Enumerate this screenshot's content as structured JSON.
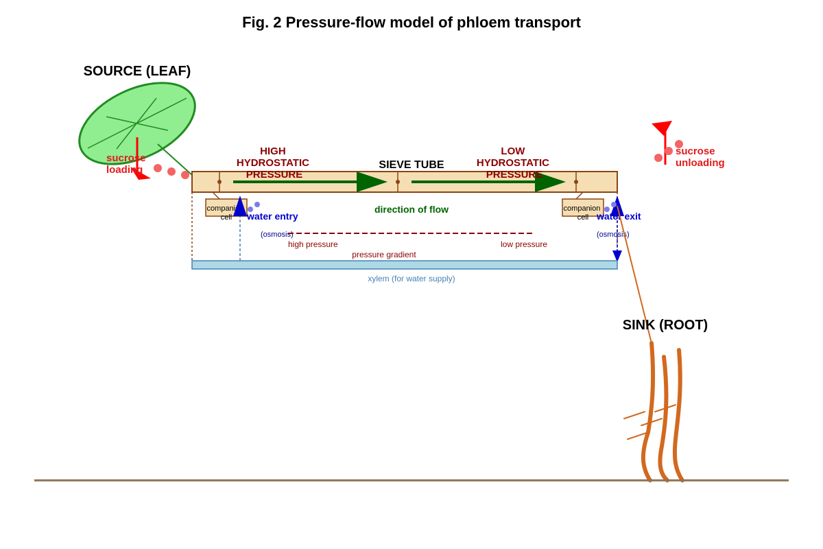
{
  "title": "Fig. 2 Pressure-flow model of phloem transport",
  "source_label": "SOURCE (LEAF)",
  "sink_label": "SINK (ROOT)",
  "sieve_tube_label": "SIEVE TUBE",
  "high_pressure": [
    "HIGH",
    "HYDROSTATIC",
    "PRESSURE"
  ],
  "low_pressure": [
    "LOW",
    "HYDROSTATIC",
    "PRESSURE"
  ],
  "sucrose_loading": [
    "sucrose",
    "loading"
  ],
  "sucrose_unloading": [
    "sucrose",
    "unloading"
  ],
  "companion_left": [
    "companion",
    "cell"
  ],
  "companion_right": [
    "companion",
    "cell"
  ],
  "water_entry": "water entry",
  "water_exit": "water exit",
  "osmosis": "(osmosis)",
  "direction_of_flow": "direction of flow",
  "high_pressure_small": "high pressure",
  "low_pressure_small": "low pressure",
  "pressure_gradient": "pressure gradient",
  "xylem_label": "xylem (for water supply)",
  "colors": {
    "leaf_fill": "#90ee90",
    "leaf_stroke": "#228b22",
    "sieve_fill": "#f5deb3",
    "sieve_stroke": "#8b4513",
    "flow_arrow": "#006400",
    "sucrose": "#e31a1c",
    "sucrose_dot": "#f46464",
    "water": "#0000cc",
    "water_dot": "#7b7bef",
    "xylem_fill": "#add8e6",
    "xylem_stroke": "#4682b4",
    "root": "#d2691e",
    "ground": "#8b7355"
  }
}
